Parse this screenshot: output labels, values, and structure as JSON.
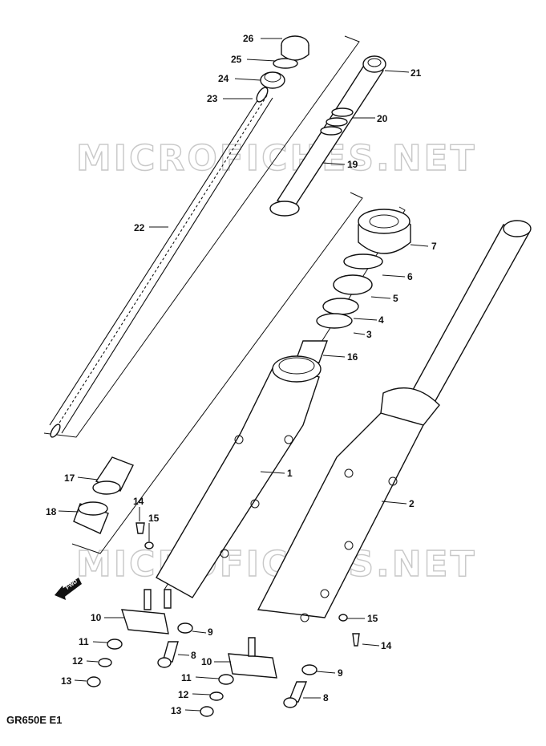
{
  "diagram": {
    "model_code": "GR650E E1",
    "watermark": "MICROFICHES.NET",
    "direction_marker": "FWD",
    "callouts": [
      "1",
      "2",
      "3",
      "4",
      "5",
      "6",
      "7",
      "8",
      "8",
      "9",
      "9",
      "10",
      "10",
      "11",
      "11",
      "12",
      "12",
      "13",
      "13",
      "14",
      "14",
      "15",
      "15",
      "16",
      "17",
      "18",
      "19",
      "20",
      "21",
      "22",
      "23",
      "24",
      "25",
      "26"
    ]
  }
}
